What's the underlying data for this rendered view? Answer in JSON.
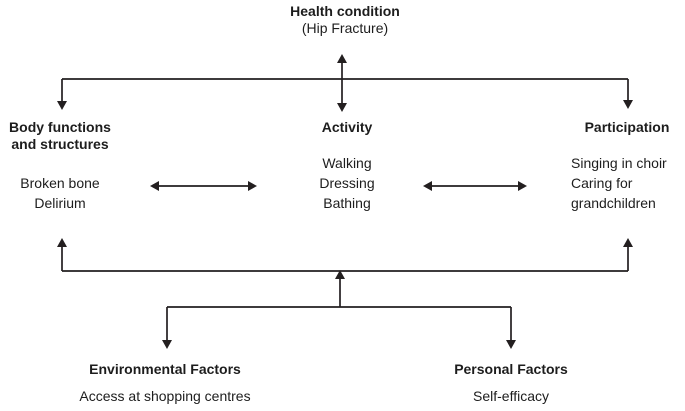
{
  "colors": {
    "background": "#ffffff",
    "text": "#1d1d1d",
    "line": "#231f20"
  },
  "diagram": {
    "health_condition": {
      "title": "Health condition",
      "subtitle": "(Hip Fracture)"
    },
    "body_functions": {
      "title": "Body functions and structures",
      "items": [
        "Broken bone",
        "Delirium"
      ]
    },
    "activity": {
      "title": "Activity",
      "items": [
        "Walking",
        "Dressing",
        "Bathing"
      ]
    },
    "participation": {
      "title": "Participation",
      "items": [
        "Singing in choir",
        "Caring for grandchildren"
      ]
    },
    "environmental_factors": {
      "title": "Environmental Factors",
      "items": [
        "Access at shopping centres"
      ]
    },
    "personal_factors": {
      "title": "Personal Factors",
      "items": [
        "Self-efficacy"
      ]
    }
  }
}
